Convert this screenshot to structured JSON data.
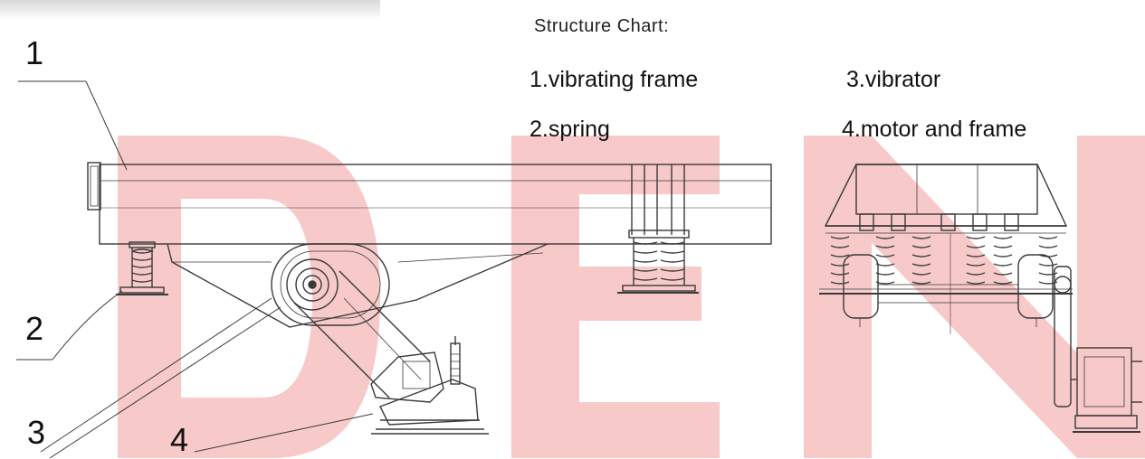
{
  "title": "Structure Chart:",
  "legend": [
    {
      "num": "1",
      "text": "1.vibrating frame"
    },
    {
      "num": "2",
      "text": "2.spring"
    },
    {
      "num": "3",
      "text": "3.vibrator"
    },
    {
      "num": "4",
      "text": "4.motor and frame"
    }
  ],
  "callouts": [
    "1",
    "2",
    "3",
    "4"
  ],
  "colors": {
    "watermark": "#f7c9c9",
    "line": "#3a3a3a",
    "background": "#ffffff"
  }
}
